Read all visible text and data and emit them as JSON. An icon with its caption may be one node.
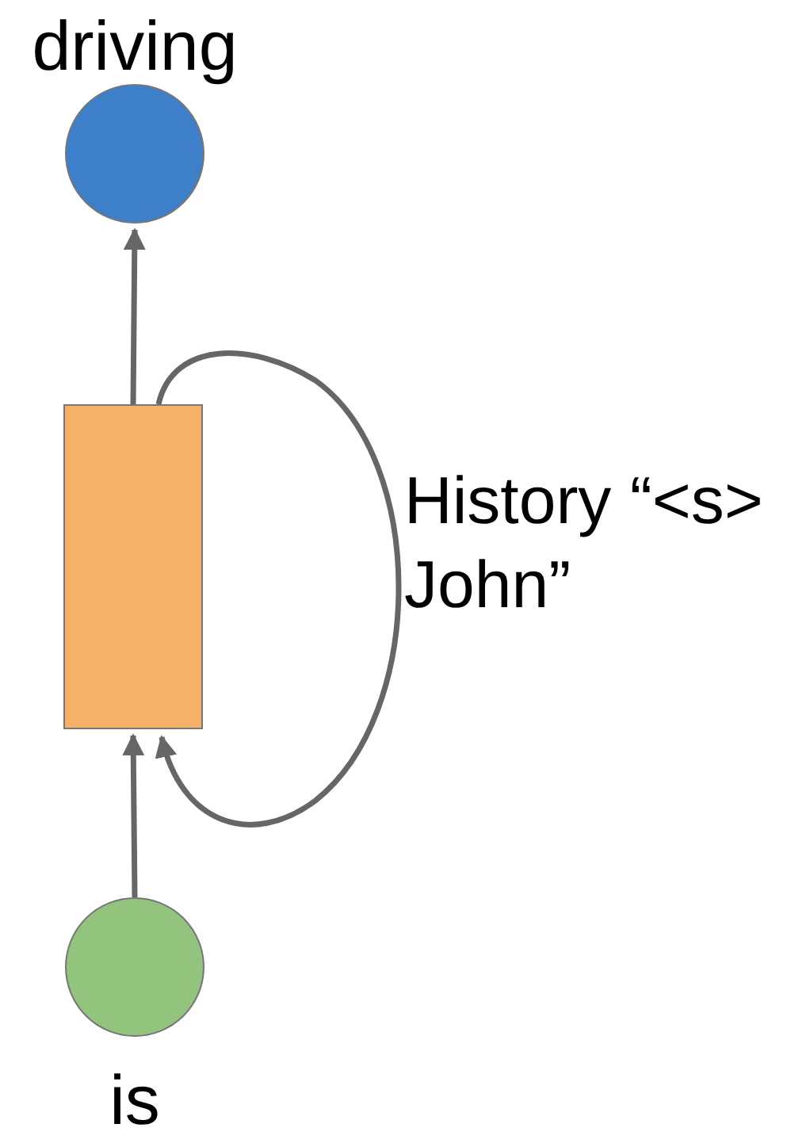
{
  "diagram": {
    "nodes": [
      {
        "text": [
          "driving"
        ]
      },
      {
        "text": [],
        "shape": "box"
      },
      {
        "text": [
          "is"
        ]
      }
    ],
    "edges": [
      {
        "from": 2,
        "to": 1,
        "arrow": "to"
      },
      {
        "from": 1,
        "to": 0,
        "arrow": "to"
      },
      {
        "from": 1,
        "to": 1,
        "arrow": "to",
        "label": "History “<s> John”"
      }
    ]
  }
}
